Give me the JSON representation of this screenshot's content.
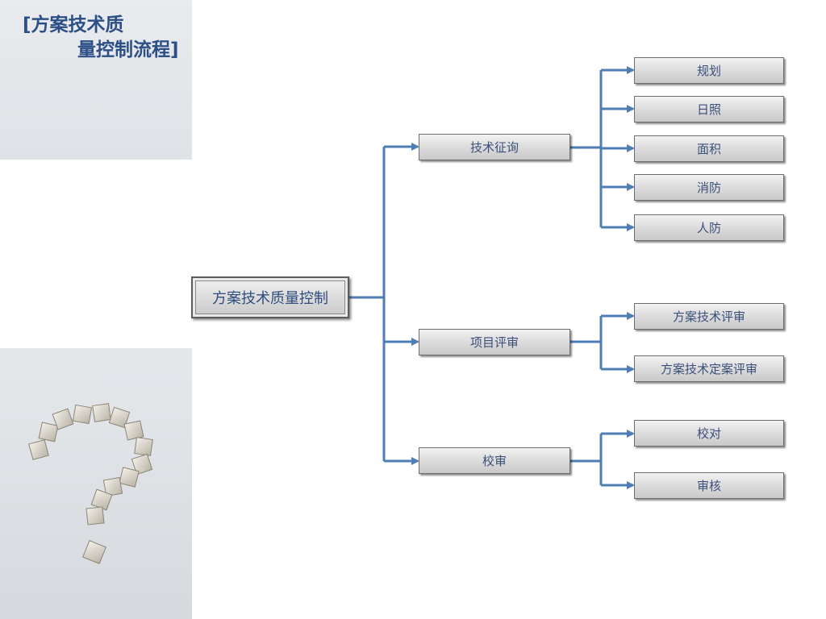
{
  "slide": {
    "title_line1": "[方案技术质",
    "title_line2": "量控制流程]"
  },
  "diagram": {
    "root": "方案技术质量控制",
    "branches": [
      {
        "label": "技术征询",
        "children": [
          "规划",
          "日照",
          "面积",
          "消防",
          "人防"
        ]
      },
      {
        "label": "项目评审",
        "children": [
          "方案技术评审",
          "方案技术定案评审"
        ]
      },
      {
        "label": "校审",
        "children": [
          "校对",
          "审核"
        ]
      }
    ],
    "colors": {
      "connector": "#4f7eb5",
      "node_text": "#3a4f7a",
      "title": "#2c4f86"
    },
    "decoration": "question-mark-made-of-boxes"
  }
}
